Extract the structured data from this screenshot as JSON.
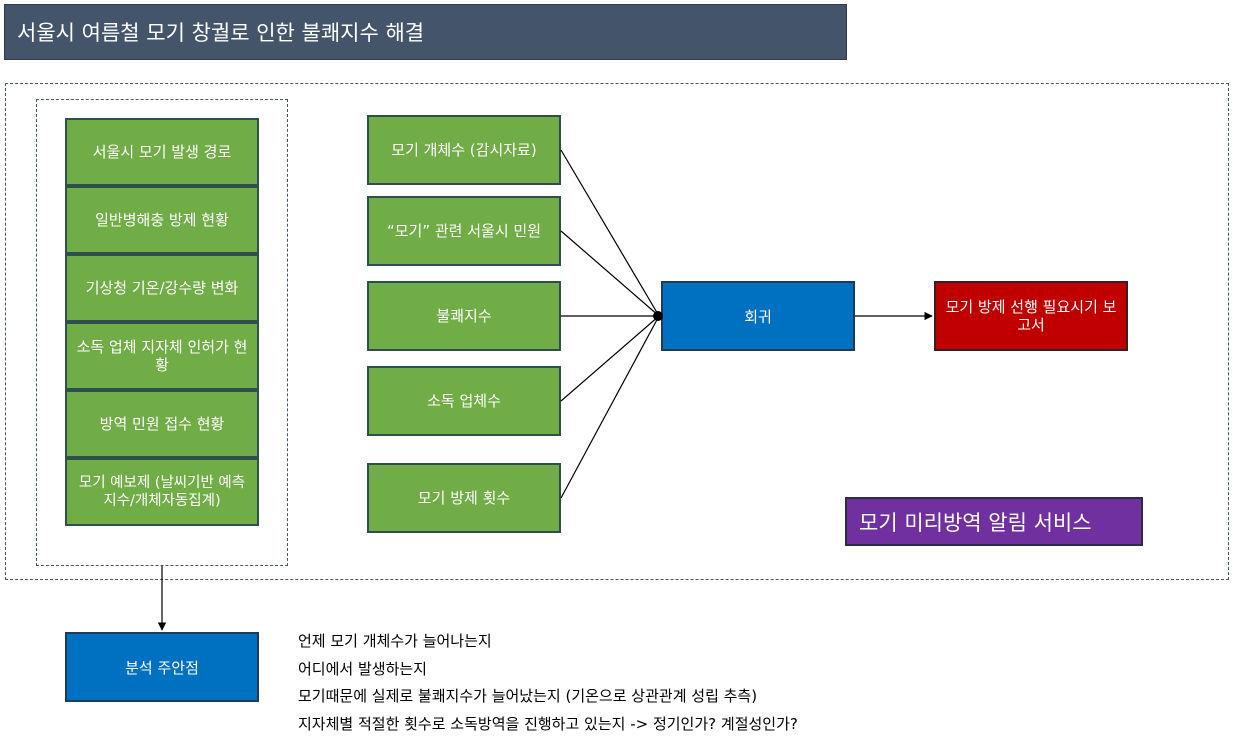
{
  "title": "서울시 여름철 모기 창궐로 인한 불쾌지수 해결",
  "data_sources": [
    "서울시 모기 발생 경로",
    "일반병해충 방제 현황",
    "기상청 기온/강수량 변화",
    "소독 업체 지자체 인허가 현황",
    "방역 민원 접수 현황",
    "모기 예보제 (날씨기반 예측지수/개체자동집계)"
  ],
  "variables": [
    "모기 개체수 (감시자료)",
    "“모기” 관련 서울시 민원",
    "불쾌지수",
    "소독 업체수",
    "모기 방제 횟수"
  ],
  "model_label": "회귀",
  "output_label": "모기 방제 선행 필요시기 보고서",
  "service_label": "모기 미리방역 알림 서비스",
  "analysis_label": "분석 주안점",
  "analysis_points": [
    "언제 모기 개체수가 늘어나는지",
    "어디에서 발생하는지",
    "모기때문에 실제로 불쾌지수가 늘어났는지 (기온으로 상관관계 성립 추측)",
    "지자체별 적절한 횟수로 소독방역을 진행하고 있는지 -> 정기인가? 계절성인가?"
  ],
  "colors": {
    "title_bg": "#44546a",
    "green": "#70ad47",
    "blue": "#0070c0",
    "red": "#c00000",
    "purple": "#7030a0"
  }
}
